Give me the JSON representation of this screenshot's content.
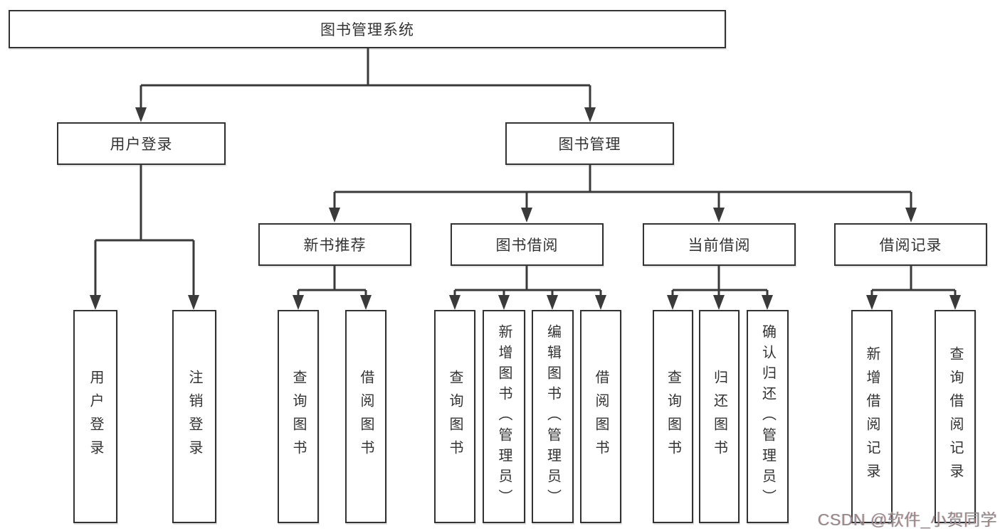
{
  "title": "图书管理系统",
  "colors": {
    "line": "#3a3a3a",
    "border": "#333333",
    "text": "#333333",
    "background": "#ffffff",
    "watermark": "#918a8a"
  },
  "nodes": {
    "root": "图书管理系统",
    "user_login": "用户登录",
    "book_mgmt": "图书管理",
    "ul_user_login": "用户登录",
    "ul_logout": "注销登录",
    "new_book_rec": "新书推荐",
    "book_borrow": "图书借阅",
    "current_borrow": "当前借阅",
    "borrow_records": "借阅记录",
    "nbr_query": "查询图书",
    "nbr_borrow": "借阅图书",
    "bb_query": "查询图书",
    "bb_add": "新增图书（管理员）",
    "bb_edit": "编辑图书（管理员）",
    "bb_borrow": "借阅图书",
    "cb_query": "查询图书",
    "cb_return": "归还图书",
    "cb_confirm": "确认归还（管理员）",
    "br_add": "新增借阅记录",
    "br_query": "查询借阅记录"
  },
  "watermark": "CSDN @软件_小贺同学"
}
